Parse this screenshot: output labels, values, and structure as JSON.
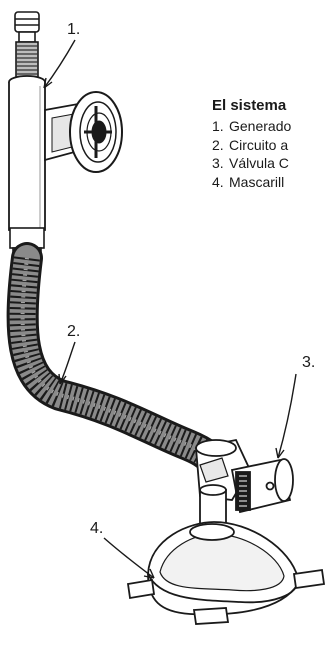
{
  "legend": {
    "title": "El sistema",
    "items": [
      {
        "num": "1.",
        "text": "Generado"
      },
      {
        "num": "2.",
        "text": "Circuito a"
      },
      {
        "num": "3.",
        "text": "Válvula C"
      },
      {
        "num": "4.",
        "text": "Mascarill"
      }
    ]
  },
  "callouts": {
    "c1": "1.",
    "c2": "2.",
    "c3": "3.",
    "c4": "4."
  },
  "colors": {
    "ink": "#1a1a1a",
    "hose_shadow": "#555555",
    "paper": "#ffffff"
  }
}
